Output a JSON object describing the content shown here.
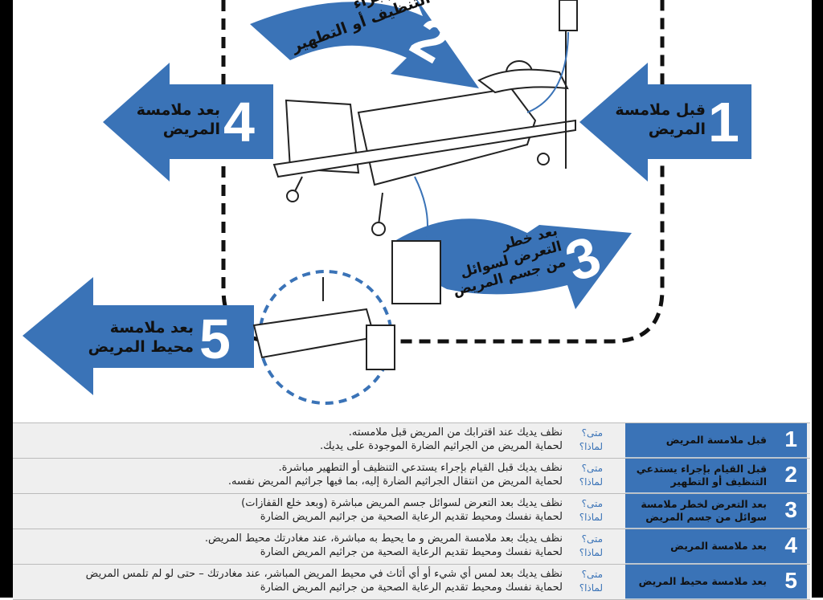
{
  "diagram": {
    "moment1": {
      "num": "1",
      "line1": "قبل ملامسة",
      "line2": "المريض"
    },
    "moment2": {
      "num": "2",
      "line1": "قبل إجراء",
      "line2": "التنظيف أو التطهير"
    },
    "moment3": {
      "num": "3",
      "line1": "بعد خطر",
      "line2": "التعرض لسوائل",
      "line3": "من جسم المريض"
    },
    "moment4": {
      "num": "4",
      "line1": "بعد ملامسة",
      "line2": "المريض"
    },
    "moment5": {
      "num": "5",
      "line1": "بعد ملامسة",
      "line2": "محيط المريض"
    },
    "blue": "#3a73b7"
  },
  "table": {
    "rows": [
      {
        "num": "1",
        "label": "قبل ملامسة المريض",
        "when_q": "متى؟",
        "why_q": "لماذا؟",
        "when": "نظف يديك عند اقترابك من المريض قبل ملامسته.",
        "why": "لحماية المريض من الجراثيم الضارة الموجودة على يديك."
      },
      {
        "num": "2",
        "label": "قبل القيام بإجراء يستدعي التنظيف أو التطهير",
        "when_q": "متى؟",
        "why_q": "لماذا؟",
        "when": "نظف يديك قبل  القيام  بإجراء يستدعي التنظيف أو التطهير مباشرة.",
        "why": "لحماية المريض من انتقال الجراثيم الضارة إليه، بما فيها جراثيم المريض نفسه."
      },
      {
        "num": "3",
        "label": "بعد التعرض لخطر ملامسة سوائل من جسم المريض",
        "when_q": "متى؟",
        "why_q": "لماذا؟",
        "when": "نظف يديك  بعد التعرض لسوائل جسم المريض مباشرة (وبعد خلع القفازات)",
        "why": "لحماية نفسك ومحيط تقديم الرعاية الصحية من جراثيم المريض الضارة"
      },
      {
        "num": "4",
        "label": "بعد ملامسة المريض",
        "when_q": "متى؟",
        "why_q": "لماذا؟",
        "when": "نظف يديك بعد ملامسة المريض و ما يحيط به مباشرة، عند مغادرتك محيط المريض.",
        "why": "لحماية نفسك ومحيط تقديم الرعاية الصحية من جراثيم المريض الضارة"
      },
      {
        "num": "5",
        "label": "بعد ملامسة محيط المريض",
        "when_q": "متى؟",
        "why_q": "لماذا؟",
        "when": "نظف يديك بعد لمس أي شيء أو أي أثاث في محيط المريض المباشر، عند مغادرتك – حتى لو لم تلمس المريض",
        "why": "لحماية نفسك ومحيط تقديم الرعاية الصحية من جراثيم المريض الضارة"
      }
    ]
  }
}
